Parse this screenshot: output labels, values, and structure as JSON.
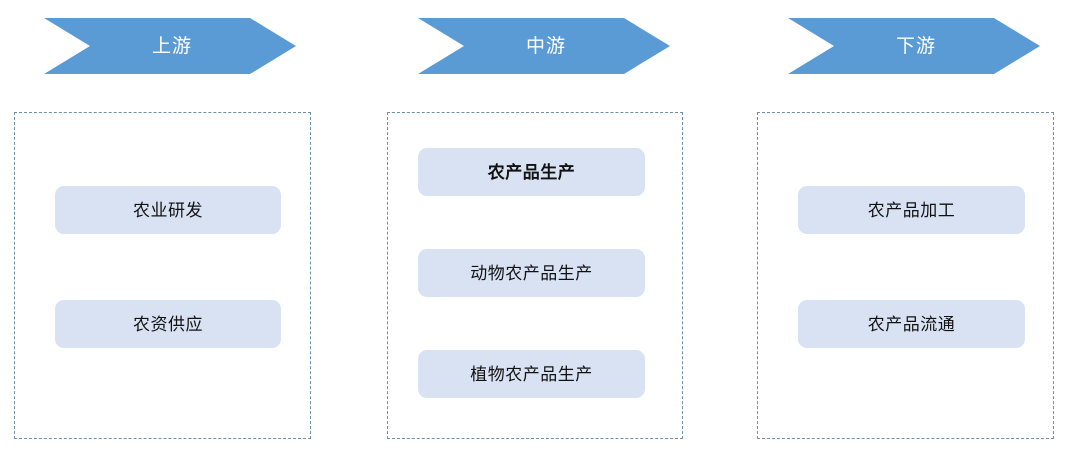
{
  "theme": {
    "banner_fill": "#5B9BD5",
    "banner_text": "#FFFFFF",
    "pill_fill": "#D9E2F3",
    "pill_text": "#111111",
    "dashed_border": "#6E8FA8",
    "background": "#FFFFFF"
  },
  "columns": [
    {
      "id": "upstream",
      "banner_label": "上游",
      "items": [
        {
          "label": "农业研发",
          "bold": false
        },
        {
          "label": "农资供应",
          "bold": false
        }
      ]
    },
    {
      "id": "midstream",
      "banner_label": "中游",
      "items": [
        {
          "label": "农产品生产",
          "bold": true
        },
        {
          "label": "动物农产品生产",
          "bold": false
        },
        {
          "label": "植物农产品生产",
          "bold": false
        }
      ]
    },
    {
      "id": "downstream",
      "banner_label": "下游",
      "items": [
        {
          "label": "农产品加工",
          "bold": false
        },
        {
          "label": "农产品流通",
          "bold": false
        }
      ]
    }
  ]
}
